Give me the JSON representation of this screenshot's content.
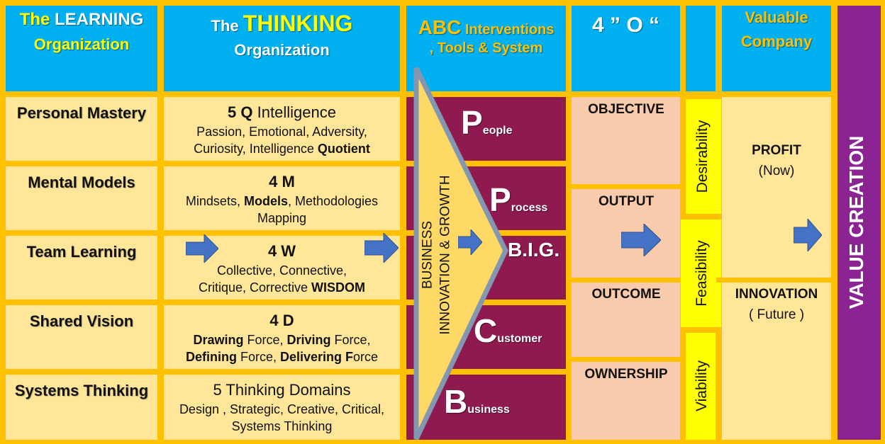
{
  "headers": {
    "learning": {
      "pre": "The ",
      "highlight": "LEARNING",
      "line2": "Organization"
    },
    "thinking": {
      "pre": "The ",
      "highlight": "THINKING",
      "line2": "Organization"
    },
    "abc": {
      "highlight": "ABC",
      "line1": " Interventions",
      "line2": ", Tools & System"
    },
    "four_o": "4 ” O “",
    "valuable": {
      "line1": "Valuable",
      "line2": "Company"
    }
  },
  "learning_rows": [
    "Personal Mastery",
    "Mental Models",
    "Team Learning",
    "Shared Vision",
    "Systems Thinking"
  ],
  "thinking_rows": {
    "q": {
      "title_b": "5 Q",
      "title_r": " Intelligence",
      "l1": "Passion, Emotional, Adversity,",
      "l2_r": "Curiosity, Intelligence ",
      "l2_b": "Quotient"
    },
    "m": {
      "title": "4 M",
      "l1_a": "Mindsets, ",
      "l1_b": "Models",
      "l1_c": ", Methodologies",
      "l2": "Mapping"
    },
    "w": {
      "title": "4 W",
      "l1": "Collective, Connective,",
      "l2_r": "Critique,  Corrective ",
      "l2_b": "WISDOM"
    },
    "d": {
      "title": "4 D",
      "l1_b1": "Drawing",
      "l1_r1": " Force, ",
      "l1_b2": "Driving",
      "l1_r2": " Force,",
      "l2_b1": "Defining",
      "l2_r1": " Force, ",
      "l2_b2": "Delivering F",
      "l2_r2": "orce"
    },
    "s": {
      "title": "5 Thinking Domains",
      "l1": "Design , Strategic, Creative, Critical,",
      "l2": "Systems Thinking"
    }
  },
  "triangle_text": {
    "line1": "BUSINESS",
    "line2": "INNOVATION  & GROWTH"
  },
  "big": "B.I.G.",
  "pillars": [
    {
      "cap": "P",
      "rest": "eople"
    },
    {
      "cap": "P",
      "rest": "rocess"
    },
    {
      "cap": "C",
      "rest": "ustomer"
    },
    {
      "cap": "B",
      "rest": "usiness"
    }
  ],
  "outcomes": [
    "OBJECTIVE",
    "OUTPUT",
    "OUTCOME",
    "OWNERSHIP"
  ],
  "dfv": [
    "Desirability",
    "Feasibility",
    "Viability"
  ],
  "valuable": {
    "profit": "PROFIT",
    "now": "(Now)",
    "innovation": "INNOVATION",
    "future": "( Future )"
  },
  "value_creation": "VALUE  CREATION",
  "colors": {
    "header": "#00B0F0",
    "pale": "#FFE699",
    "salmon": "#F8CBAD",
    "maroon": "#8F1A50",
    "yellow": "#FFFF00",
    "purple": "#8B2393",
    "gold": "#FFC000",
    "arrow": "#4472C4"
  }
}
